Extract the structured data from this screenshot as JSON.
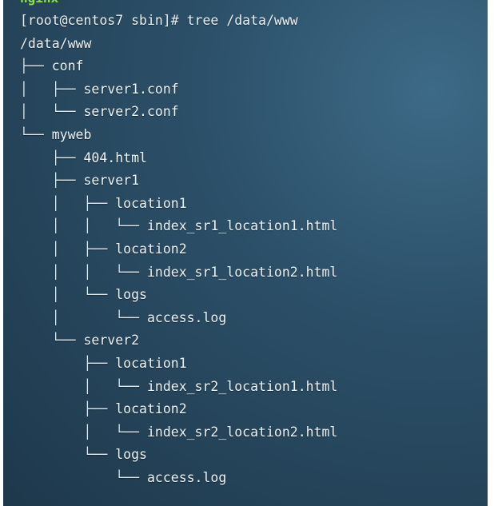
{
  "heading_partial": "nginx",
  "prompt": "[root@centos7 sbin]#",
  "command": "tree /data/www",
  "root_path": "/data/www",
  "tree": [
    {
      "prefix": "├── ",
      "name": "conf"
    },
    {
      "prefix": "│   ├── ",
      "name": "server1.conf"
    },
    {
      "prefix": "│   └── ",
      "name": "server2.conf"
    },
    {
      "prefix": "└── ",
      "name": "myweb"
    },
    {
      "prefix": "    ├── ",
      "name": "404.html"
    },
    {
      "prefix": "    ├── ",
      "name": "server1"
    },
    {
      "prefix": "    │   ├── ",
      "name": "location1"
    },
    {
      "prefix": "    │   │   └── ",
      "name": "index_sr1_location1.html"
    },
    {
      "prefix": "    │   ├── ",
      "name": "location2"
    },
    {
      "prefix": "    │   │   └── ",
      "name": "index_sr1_location2.html"
    },
    {
      "prefix": "    │   └── ",
      "name": "logs"
    },
    {
      "prefix": "    │       └── ",
      "name": "access.log"
    },
    {
      "prefix": "    └── ",
      "name": "server2"
    },
    {
      "prefix": "        ├── ",
      "name": "location1"
    },
    {
      "prefix": "        │   └── ",
      "name": "index_sr2_location1.html"
    },
    {
      "prefix": "        ├── ",
      "name": "location2"
    },
    {
      "prefix": "        │   └── ",
      "name": "index_sr2_location2.html"
    },
    {
      "prefix": "        └── ",
      "name": "logs"
    },
    {
      "prefix": "            └── ",
      "name": "access.log"
    }
  ]
}
